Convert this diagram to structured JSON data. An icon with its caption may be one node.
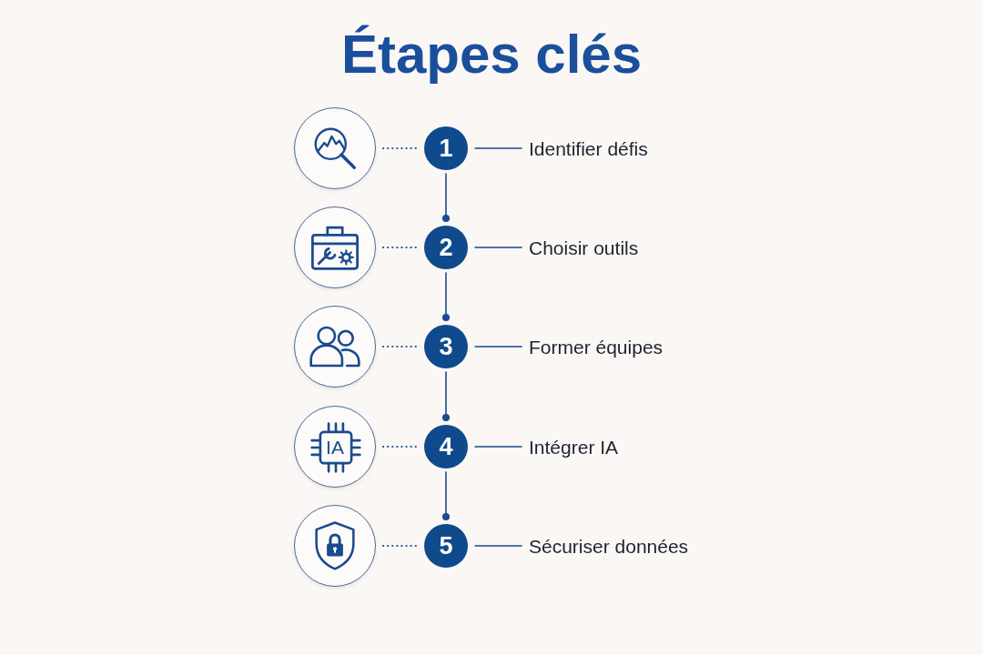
{
  "diagram": {
    "title": "Étapes clés",
    "nodes": [
      {
        "text": [],
        "shape": "circle"
      },
      {
        "text": [
          "1"
        ]
      },
      {
        "text": [
          "Identifier défis"
        ]
      },
      {
        "text": [],
        "shape": "circle"
      },
      {
        "text": [
          "2"
        ]
      },
      {
        "text": [
          "Choisir outils"
        ]
      },
      {
        "text": [],
        "shape": "circle"
      },
      {
        "text": [
          "3"
        ]
      },
      {
        "text": [
          "Former équipes"
        ]
      },
      {
        "text": [
          "IA"
        ]
      },
      {
        "text": [
          "4"
        ]
      },
      {
        "text": [
          "Intégrer IA"
        ]
      },
      {
        "text": [],
        "shape": "circle"
      },
      {
        "text": [
          "5"
        ]
      },
      {
        "text": [
          "Sécuriser données"
        ]
      }
    ],
    "edges": [
      {
        "from": 0,
        "to": 1,
        "arrow": "none",
        "style": "dashed"
      },
      {
        "from": 1,
        "to": 2,
        "arrow": "none"
      },
      {
        "from": 1,
        "to": 4,
        "arrow": "other"
      },
      {
        "from": 3,
        "to": 4,
        "arrow": "none",
        "style": "dashed"
      },
      {
        "from": 4,
        "to": 5,
        "arrow": "none"
      },
      {
        "from": 4,
        "to": 7,
        "arrow": "other"
      },
      {
        "from": 6,
        "to": 7,
        "arrow": "none",
        "style": "dashed"
      },
      {
        "from": 7,
        "to": 8,
        "arrow": "none"
      },
      {
        "from": 7,
        "to": 10,
        "arrow": "other"
      },
      {
        "from": 9,
        "to": 10,
        "arrow": "none",
        "style": "dashed"
      },
      {
        "from": 10,
        "to": 11,
        "arrow": "none"
      },
      {
        "from": 10,
        "to": 13,
        "arrow": "other"
      },
      {
        "from": 12,
        "to": 13,
        "arrow": "none",
        "style": "dashed"
      },
      {
        "from": 13,
        "to": 14,
        "arrow": "none"
      }
    ]
  }
}
